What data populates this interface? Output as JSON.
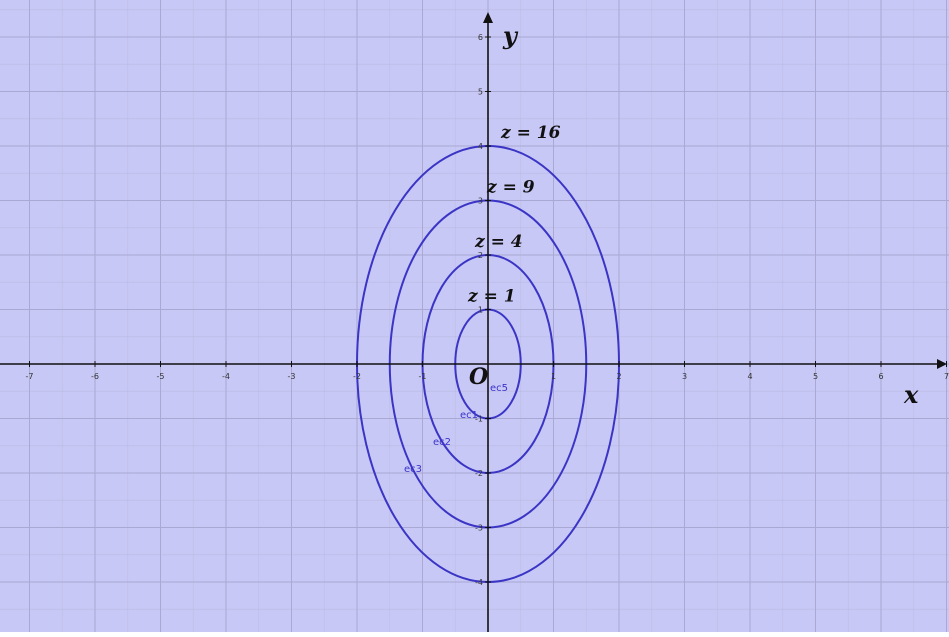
{
  "chart_data": {
    "type": "line",
    "title": "",
    "xlabel": "x",
    "ylabel": "y",
    "origin_label": "O",
    "xlim": [
      -7,
      7
    ],
    "ylim": [
      -4.5,
      6.2
    ],
    "x_ticks": [
      -7,
      -6,
      -5,
      -4,
      -3,
      -2,
      -1,
      1,
      2,
      3,
      4,
      5,
      6,
      7
    ],
    "y_ticks": [
      -4,
      -3,
      -2,
      -1,
      1,
      2,
      3,
      4,
      5,
      6
    ],
    "grid": true,
    "minor_grid": true,
    "colors": {
      "background": "#c8c8f6",
      "grid_major": "#a9a9d4",
      "grid_minor": "#bdbde6",
      "curve": "#3a35c4",
      "axis": "#111111"
    },
    "series": [
      {
        "name": "z = 1",
        "curve_label": "ec5",
        "level": 1,
        "semi_axis_x": 0.5,
        "semi_axis_y": 1
      },
      {
        "name": "z = 4",
        "curve_label": "ec1",
        "level": 4,
        "semi_axis_x": 1.0,
        "semi_axis_y": 2
      },
      {
        "name": "z = 9",
        "curve_label": "ec2",
        "level": 9,
        "semi_axis_x": 1.5,
        "semi_axis_y": 3
      },
      {
        "name": "z = 16",
        "curve_label": "ec3",
        "level": 16,
        "semi_axis_x": 2.0,
        "semi_axis_y": 4
      }
    ]
  }
}
